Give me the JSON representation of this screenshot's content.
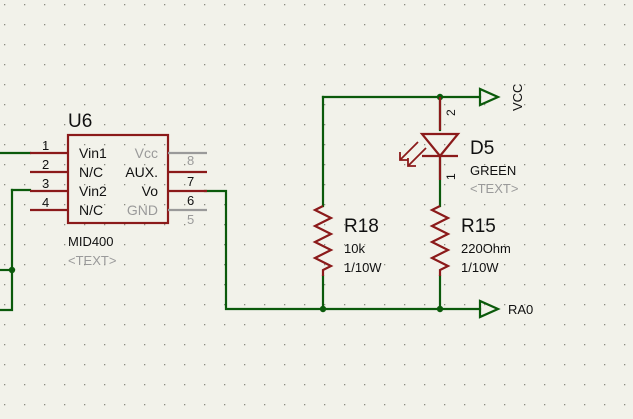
{
  "colors": {
    "background": "#f2f2ea",
    "grid_dot": "#8a8a80",
    "wire": "#0b5a0b",
    "component": "#8b1a1a",
    "label": "#111111",
    "muted": "#9a9a9a",
    "junction": "#0b5a0b"
  },
  "u6": {
    "ref": "U6",
    "part": "MID400",
    "text": "<TEXT>",
    "left_pins": [
      {
        "num": "1",
        "name": "Vin1"
      },
      {
        "num": "2",
        "name": "N/C"
      },
      {
        "num": "3",
        "name": "Vin2"
      },
      {
        "num": "4",
        "name": "N/C"
      }
    ],
    "right_pins": [
      {
        "num": "8",
        "name": "Vcc"
      },
      {
        "num": "7",
        "name": "AUX."
      },
      {
        "num": "6",
        "name": "Vo"
      },
      {
        "num": "5",
        "name": "GND"
      }
    ]
  },
  "d5": {
    "ref": "D5",
    "value": "GREEN",
    "text": "<TEXT>",
    "pin_top": "2",
    "pin_bottom": "1"
  },
  "r18": {
    "ref": "R18",
    "value": "10k",
    "power": "1/10W"
  },
  "r15": {
    "ref": "R15",
    "value": "220Ohm",
    "power": "1/10W"
  },
  "terminals": {
    "vcc": "VCC",
    "ra0": "RA0"
  }
}
